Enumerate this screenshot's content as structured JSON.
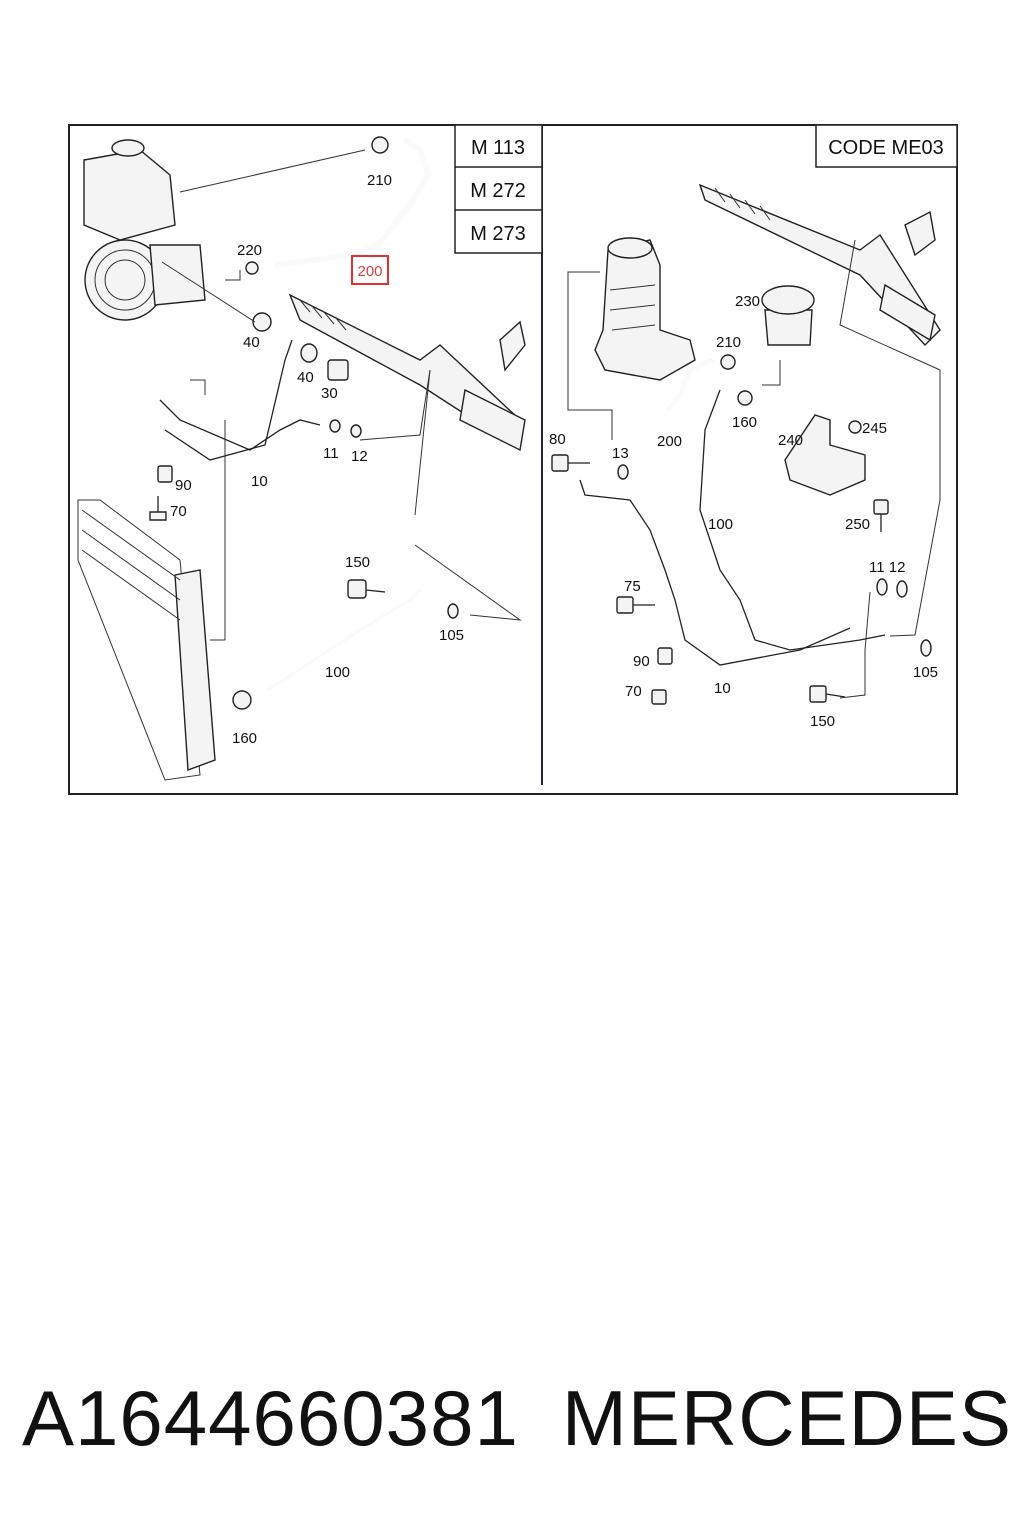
{
  "engine_codes": [
    "M 113",
    "M 272",
    "M 273"
  ],
  "option_code": "CODE ME03",
  "left_callouts": [
    "210",
    "220",
    "200",
    "40",
    "40",
    "30",
    "11",
    "12",
    "90",
    "70",
    "10",
    "150",
    "105",
    "100",
    "160"
  ],
  "right_callouts": [
    "230",
    "210",
    "160",
    "200",
    "80",
    "13",
    "245",
    "240",
    "250",
    "100",
    "11 12",
    "75",
    "90",
    "70",
    "10",
    "105",
    "150"
  ],
  "highlighted_callout": "200",
  "highlight_color": "#e03030",
  "caption": {
    "part_number": "A1644660381",
    "brand": "MERCEDES"
  }
}
